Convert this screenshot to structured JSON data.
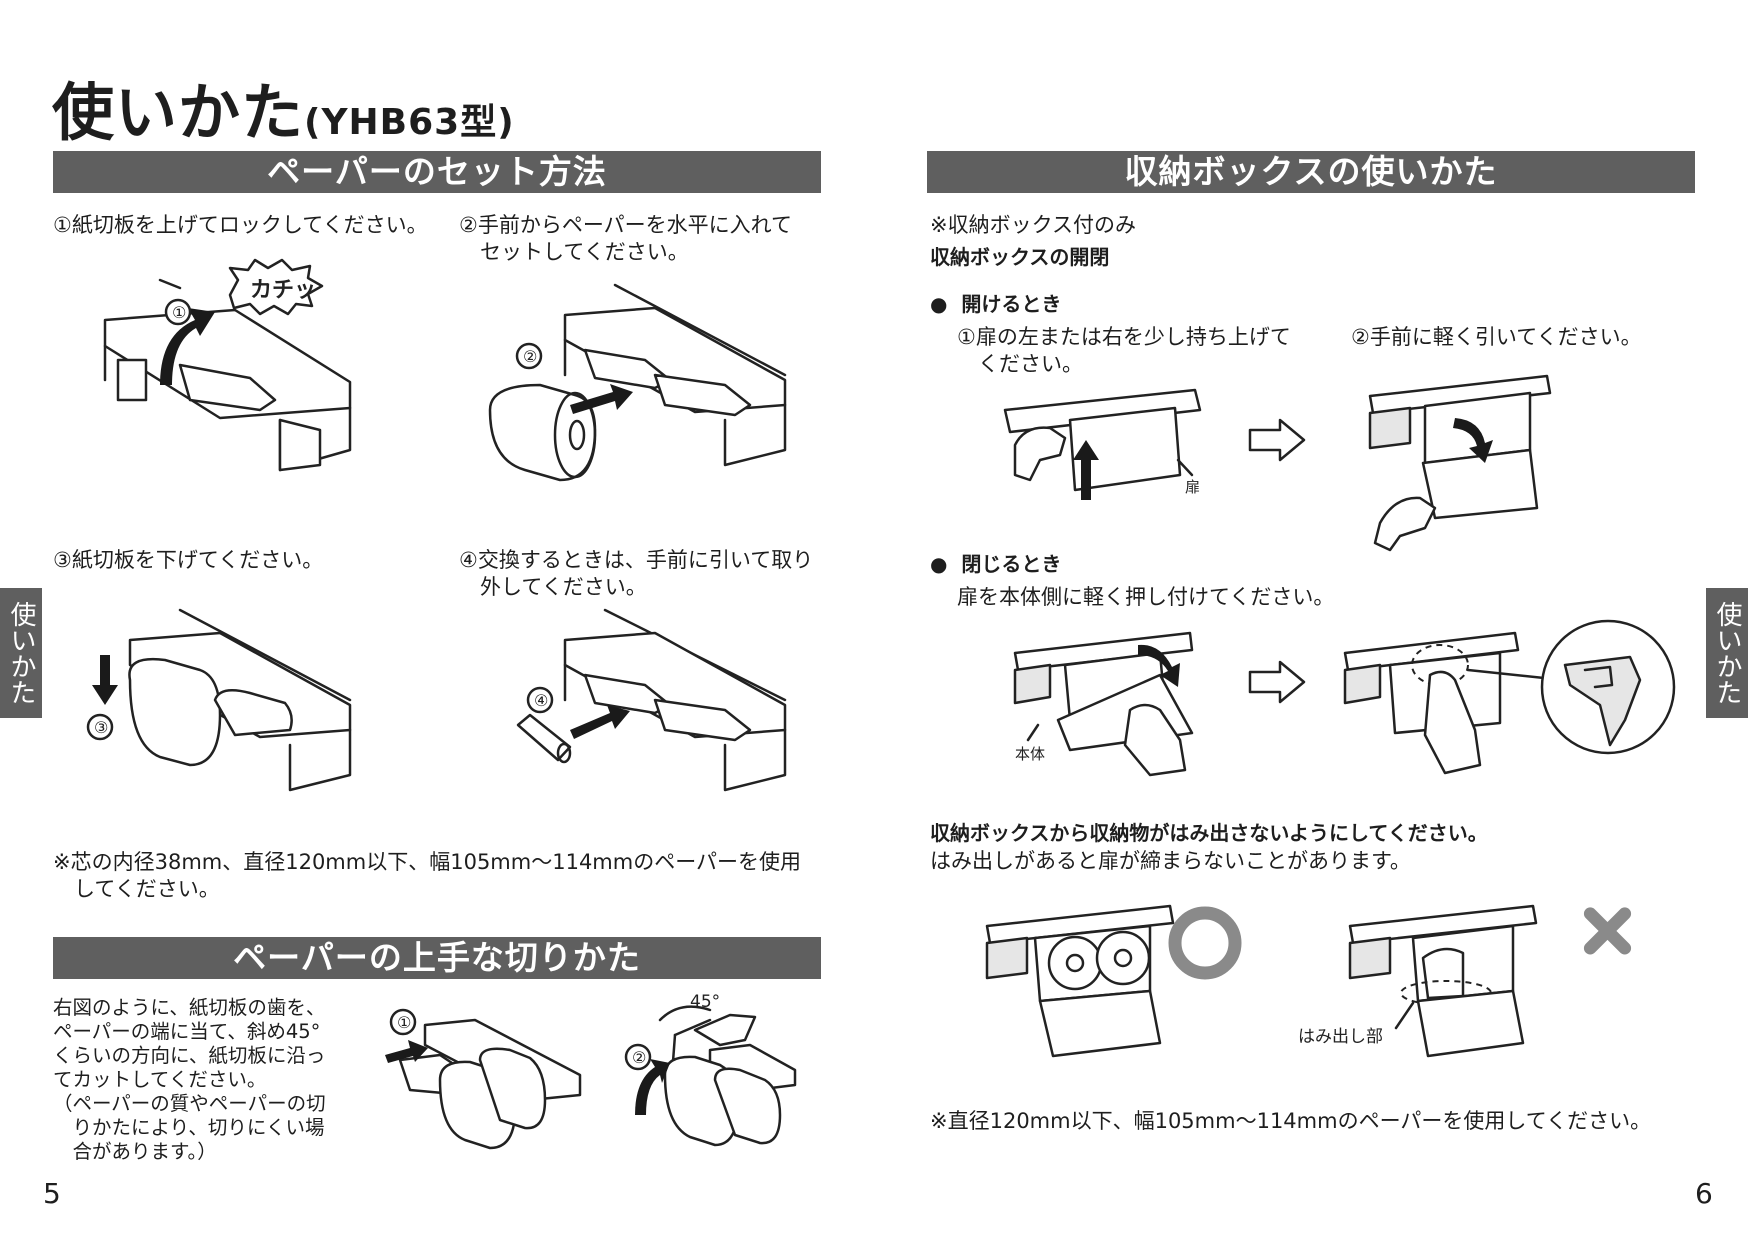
{
  "header": {
    "title": "使いかた",
    "model": "(YHB63型)"
  },
  "left": {
    "section1": {
      "heading": "ペーパーのセット方法",
      "step1": "①紙切板を上げてロックしてください。",
      "step2": "②手前からペーパーを水平に入れて\n　セットしてください。",
      "step3": "③紙切板を下げてください。",
      "step4": "④交換するときは、手前に引いて取り\n　外してください。",
      "click_sound": "カチッ",
      "note": "※芯の内径38mm、直径120mm以下、幅105mm～114mmのペーパーを使用\n　してください。"
    },
    "section2": {
      "heading": "ペーパーの上手な切りかた",
      "body": "右図のように、紙切板の歯を、\nペーパーの端に当て、斜め45°\nくらいの方向に、紙切板に沿っ\nてカットしてください。\n（ペーパーの質やペーパーの切\n　りかたにより、切りにくい場\n　合があります。）",
      "angle_label": "45°"
    },
    "page_number": "5"
  },
  "right": {
    "section": {
      "heading": "収納ボックスの使いかた",
      "only_note": "※収納ボックス付のみ",
      "subheading": "収納ボックスの開閉",
      "open_label": "●  開けるとき",
      "open_step1": "①扉の左または右を少し持ち上げて\n　ください。",
      "open_step2": "②手前に軽く引いてください。",
      "door_label": "扉",
      "close_label": "●  閉じるとき",
      "close_text": "扉を本体側に軽く押し付けてください。",
      "body_label": "本体",
      "warning_bold": "収納ボックスから収納物がはみ出さないようにしてください。",
      "warning_text": "はみ出しがあると扉が締まらないことがあります。",
      "overflow_label": "はみ出し部",
      "note": "※直径120mm以下、幅105mm～114mmのペーパーを使用してください。"
    },
    "page_number": "6"
  },
  "side_tab": "使いかた",
  "step_markers": [
    "①",
    "②",
    "③",
    "④"
  ]
}
